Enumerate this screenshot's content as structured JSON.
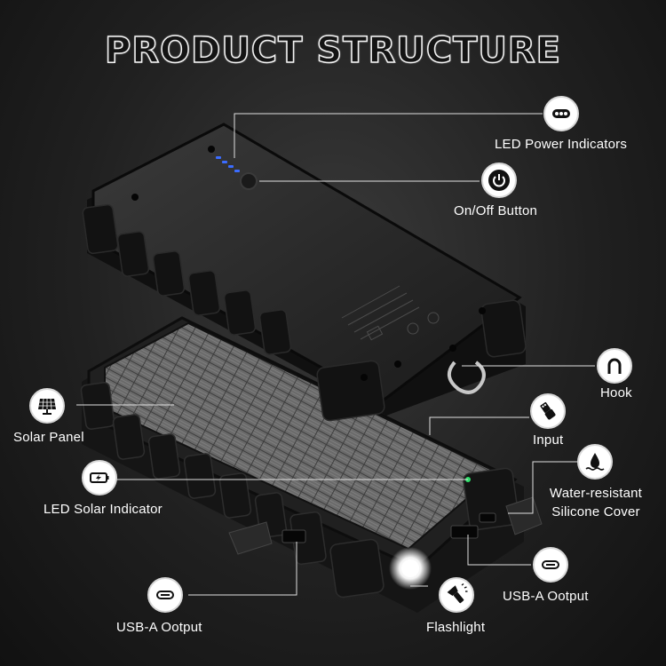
{
  "title": "PRODUCT STRUCTURE",
  "callouts": {
    "led_power_indicators": "LED Power Indicators",
    "on_off_button": "On/Off Button",
    "hook": "Hook",
    "solar_panel": "Solar Panel",
    "input": "Input",
    "led_solar_indicator": "LED Solar Indicator",
    "water_resistant_line1": "Water-resistant",
    "water_resistant_line2": "Silicone Cover",
    "usb_a_output_right": "USB-A Ootput",
    "usb_a_output_left": "USB-A Ootput",
    "flashlight": "Flashlight"
  },
  "colors": {
    "background": "#1c1c1c",
    "led_blue": "#3b6cff",
    "led_green": "#2ee06a",
    "icon_bg": "#ffffff"
  },
  "icons": [
    "dots-icon",
    "power-icon",
    "hook-icon",
    "solar-panel-icon",
    "usb-plug-icon",
    "battery-charge-icon",
    "water-drop-icon",
    "usb-port-icon",
    "flashlight-icon"
  ]
}
